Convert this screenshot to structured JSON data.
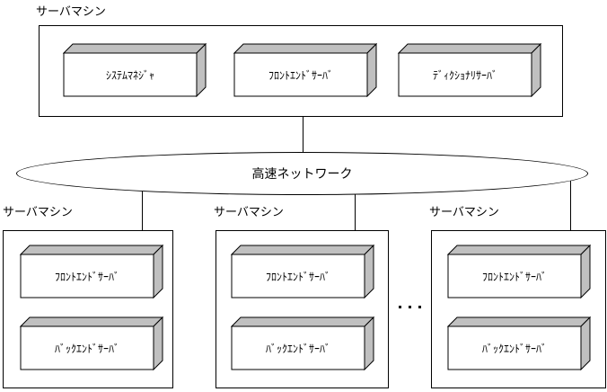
{
  "diagram": {
    "top_machine": {
      "label": "サーバマシン",
      "servers": [
        {
          "label": "ｼｽﾃﾑﾏﾈｼﾞｬ"
        },
        {
          "label": "ﾌﾛﾝﾄｴﾝﾄﾞｻｰﾊﾞ"
        },
        {
          "label": "ﾃﾞｨｸｼｮﾅﾘｻｰﾊﾞ"
        }
      ]
    },
    "network": {
      "label": "高速ネットワーク"
    },
    "bottom_machines": [
      {
        "label": "サーバマシン",
        "servers": [
          {
            "label": "ﾌﾛﾝﾄｴﾝﾄﾞｻｰﾊﾞ"
          },
          {
            "label": "ﾊﾞｯｸｴﾝﾄﾞｻｰﾊﾞ"
          }
        ]
      },
      {
        "label": "サーバマシン",
        "servers": [
          {
            "label": "ﾌﾛﾝﾄｴﾝﾄﾞｻｰﾊﾞ"
          },
          {
            "label": "ﾊﾞｯｸｴﾝﾄﾞｻｰﾊﾞ"
          }
        ]
      },
      {
        "label": "サーバマシン",
        "servers": [
          {
            "label": "ﾌﾛﾝﾄｴﾝﾄﾞｻｰﾊﾞ"
          },
          {
            "label": "ﾊﾞｯｸｴﾝﾄﾞｻｰﾊﾞ"
          }
        ]
      }
    ],
    "more_indicator": "...",
    "colors": {
      "line": "#000000",
      "cube_side_face": "#c0c0c0",
      "cube_front_face": "#ffffff",
      "background": "#ffffff"
    }
  }
}
